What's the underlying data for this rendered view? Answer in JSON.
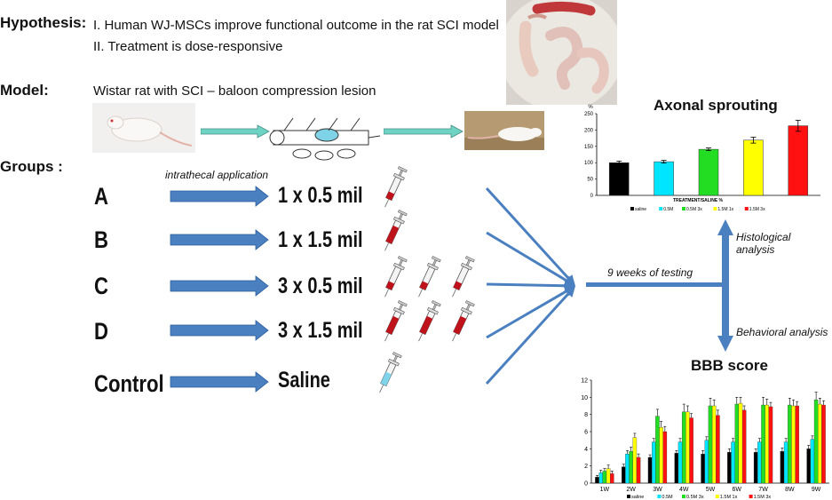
{
  "hypothesis": {
    "label": "Hypothesis:",
    "line1": "I. Human WJ-MSCs improve functional outcome in the rat SCI model",
    "line2": "II. Treatment is dose-responsive"
  },
  "model": {
    "label": "Model:",
    "text": "Wistar rat with SCI – baloon compression lesion"
  },
  "groups": {
    "label": "Groups :",
    "application_label": "intrathecal application",
    "rows": [
      {
        "name": "A",
        "dose": "1 x 0.5 mil",
        "syringes": 1,
        "fill": "low"
      },
      {
        "name": "B",
        "dose": "1 x 1.5 mil",
        "syringes": 1,
        "fill": "high"
      },
      {
        "name": "C",
        "dose": "3 x 0.5 mil",
        "syringes": 3,
        "fill": "low"
      },
      {
        "name": "D",
        "dose": "3 x 1.5 mil",
        "syringes": 3,
        "fill": "high"
      },
      {
        "name": "Control",
        "dose": "Saline",
        "syringes": 1,
        "fill": "saline"
      }
    ]
  },
  "testing": {
    "label": "9 weeks of testing",
    "histological": "Histological analysis",
    "behavioral": "Behavioral analysis"
  },
  "colors": {
    "arrow": "#4a7fc0",
    "saline": "#000000",
    "m05": "#00e5ff",
    "m05x3": "#22dd22",
    "m15x1": "#ffff00",
    "m15x3": "#ff1111"
  },
  "chart_data": [
    {
      "type": "bar",
      "title": "Axonal sprouting",
      "ylabel": "%",
      "xlabel": "TREATMENT/SALINE %",
      "ylim": [
        0,
        250
      ],
      "yticks": [
        "0",
        "50",
        "100",
        "150",
        "200",
        "250"
      ],
      "categories": [
        "saline",
        "0.5M",
        "0.5M 3x",
        "1.5M 1x",
        "1.5M 3x"
      ],
      "values": [
        100,
        103,
        141,
        169,
        213
      ],
      "errors": [
        5,
        4,
        4,
        9,
        17
      ],
      "colors": [
        "#000000",
        "#00e5ff",
        "#22dd22",
        "#ffff00",
        "#ff1111"
      ],
      "legend": [
        "saline",
        "0.5M",
        "0.5M 3x",
        "1.5M 1x",
        "1.5M 3x"
      ]
    },
    {
      "type": "bar",
      "title": "BBB score",
      "ylim": [
        0,
        12
      ],
      "yticks": [
        "0",
        "2",
        "4",
        "6",
        "8",
        "10",
        "12"
      ],
      "categories": [
        "1W",
        "2W",
        "3W",
        "4W",
        "5W",
        "6W",
        "7W",
        "8W",
        "9W"
      ],
      "legend": [
        "saline",
        "0.5M",
        "0.5M 3x",
        "1.5M 1x",
        "1.5M 3x"
      ],
      "series": [
        {
          "name": "saline",
          "color": "#000000",
          "values": [
            0.7,
            1.9,
            3.0,
            3.5,
            3.4,
            3.6,
            3.6,
            3.7,
            4.0
          ],
          "errors": [
            0.2,
            0.3,
            0.3,
            0.3,
            0.4,
            0.4,
            0.4,
            0.4,
            0.4
          ]
        },
        {
          "name": "0.5M",
          "color": "#00e5ff",
          "values": [
            1.2,
            3.4,
            4.8,
            4.8,
            5.0,
            4.8,
            4.8,
            4.8,
            5.1
          ],
          "errors": [
            0.3,
            0.4,
            0.4,
            0.4,
            0.4,
            0.4,
            0.4,
            0.4,
            0.4
          ]
        },
        {
          "name": "0.5M 3x",
          "color": "#22dd22",
          "values": [
            1.4,
            3.7,
            7.8,
            8.3,
            9.0,
            9.2,
            9.1,
            9.1,
            9.7
          ],
          "errors": [
            0.3,
            0.5,
            0.8,
            0.9,
            0.9,
            0.8,
            0.9,
            0.8,
            0.9
          ]
        },
        {
          "name": "1.5M 1x",
          "color": "#ffff00",
          "values": [
            1.7,
            5.3,
            6.5,
            8.3,
            9.0,
            9.3,
            9.1,
            9.0,
            9.2
          ],
          "errors": [
            0.4,
            0.5,
            0.7,
            0.7,
            0.7,
            0.7,
            0.7,
            0.7,
            0.7
          ]
        },
        {
          "name": "1.5M 3x",
          "color": "#ff1111",
          "values": [
            1.1,
            3.0,
            6.0,
            7.6,
            7.9,
            8.5,
            8.9,
            9.0,
            9.1
          ],
          "errors": [
            0.3,
            0.4,
            0.6,
            0.5,
            0.6,
            0.5,
            0.5,
            0.5,
            0.5
          ]
        }
      ]
    }
  ]
}
